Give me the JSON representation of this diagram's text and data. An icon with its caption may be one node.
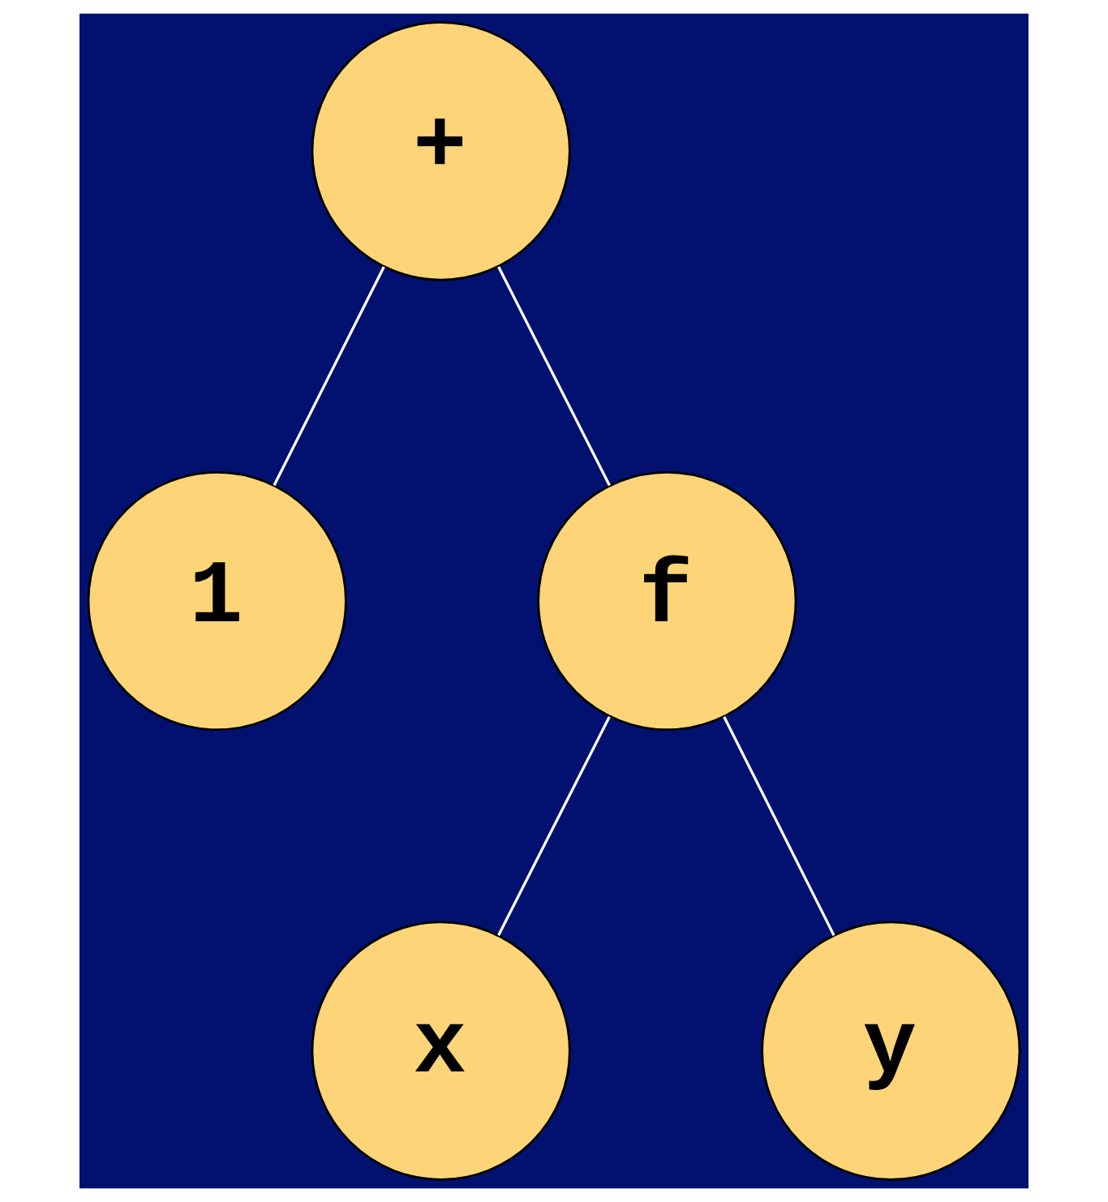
{
  "diagram": {
    "nodes": [
      {
        "text": [
          "+"
        ]
      },
      {
        "text": [
          "1"
        ]
      },
      {
        "text": [
          "f"
        ]
      },
      {
        "text": [
          "x"
        ]
      },
      {
        "text": [
          "y"
        ]
      }
    ],
    "edges": [
      {
        "from": 0,
        "to": 1,
        "arrow": "none"
      },
      {
        "from": 0,
        "to": 2,
        "arrow": "none"
      },
      {
        "from": 2,
        "to": 3,
        "arrow": "none"
      },
      {
        "from": 2,
        "to": 4,
        "arrow": "none"
      }
    ]
  }
}
